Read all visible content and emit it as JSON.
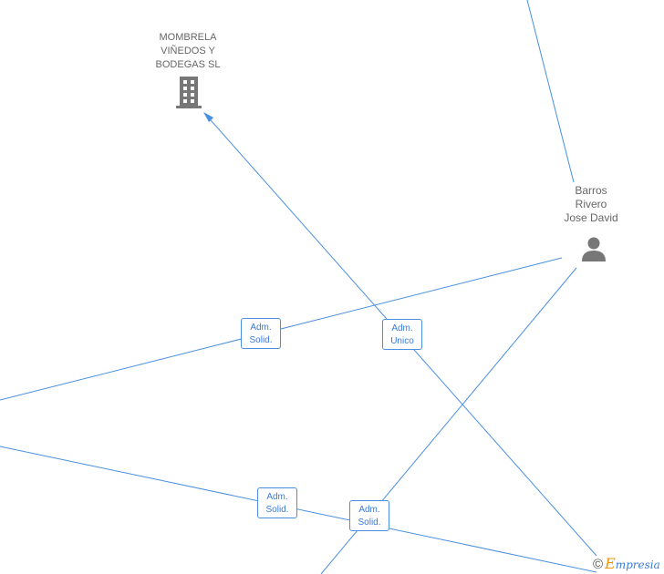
{
  "nodes": {
    "company": {
      "name_lines": [
        "MOMBRELA",
        "VIÑEDOS Y",
        "BODEGAS  SL"
      ],
      "icon": "building-icon"
    },
    "person": {
      "name_lines": [
        "Barros",
        "Rivero",
        "Jose David"
      ],
      "icon": "person-icon"
    }
  },
  "edge_labels": [
    {
      "id": "adm-solid-1",
      "lines": [
        "Adm.",
        "Solid."
      ]
    },
    {
      "id": "adm-unico",
      "lines": [
        "Adm.",
        "Unico"
      ]
    },
    {
      "id": "adm-solid-2",
      "lines": [
        "Adm.",
        "Solid."
      ]
    },
    {
      "id": "adm-solid-3",
      "lines": [
        "Adm.",
        "Solid."
      ]
    }
  ],
  "watermark": {
    "copyright": "©",
    "brand_initial": "E",
    "brand_rest": "mpresia"
  },
  "colors": {
    "edge": "#4a8fe0",
    "edge_label_text": "#3a7bd5",
    "node_text": "#666666",
    "icon": "#777777",
    "brand_orange": "#f29400"
  }
}
